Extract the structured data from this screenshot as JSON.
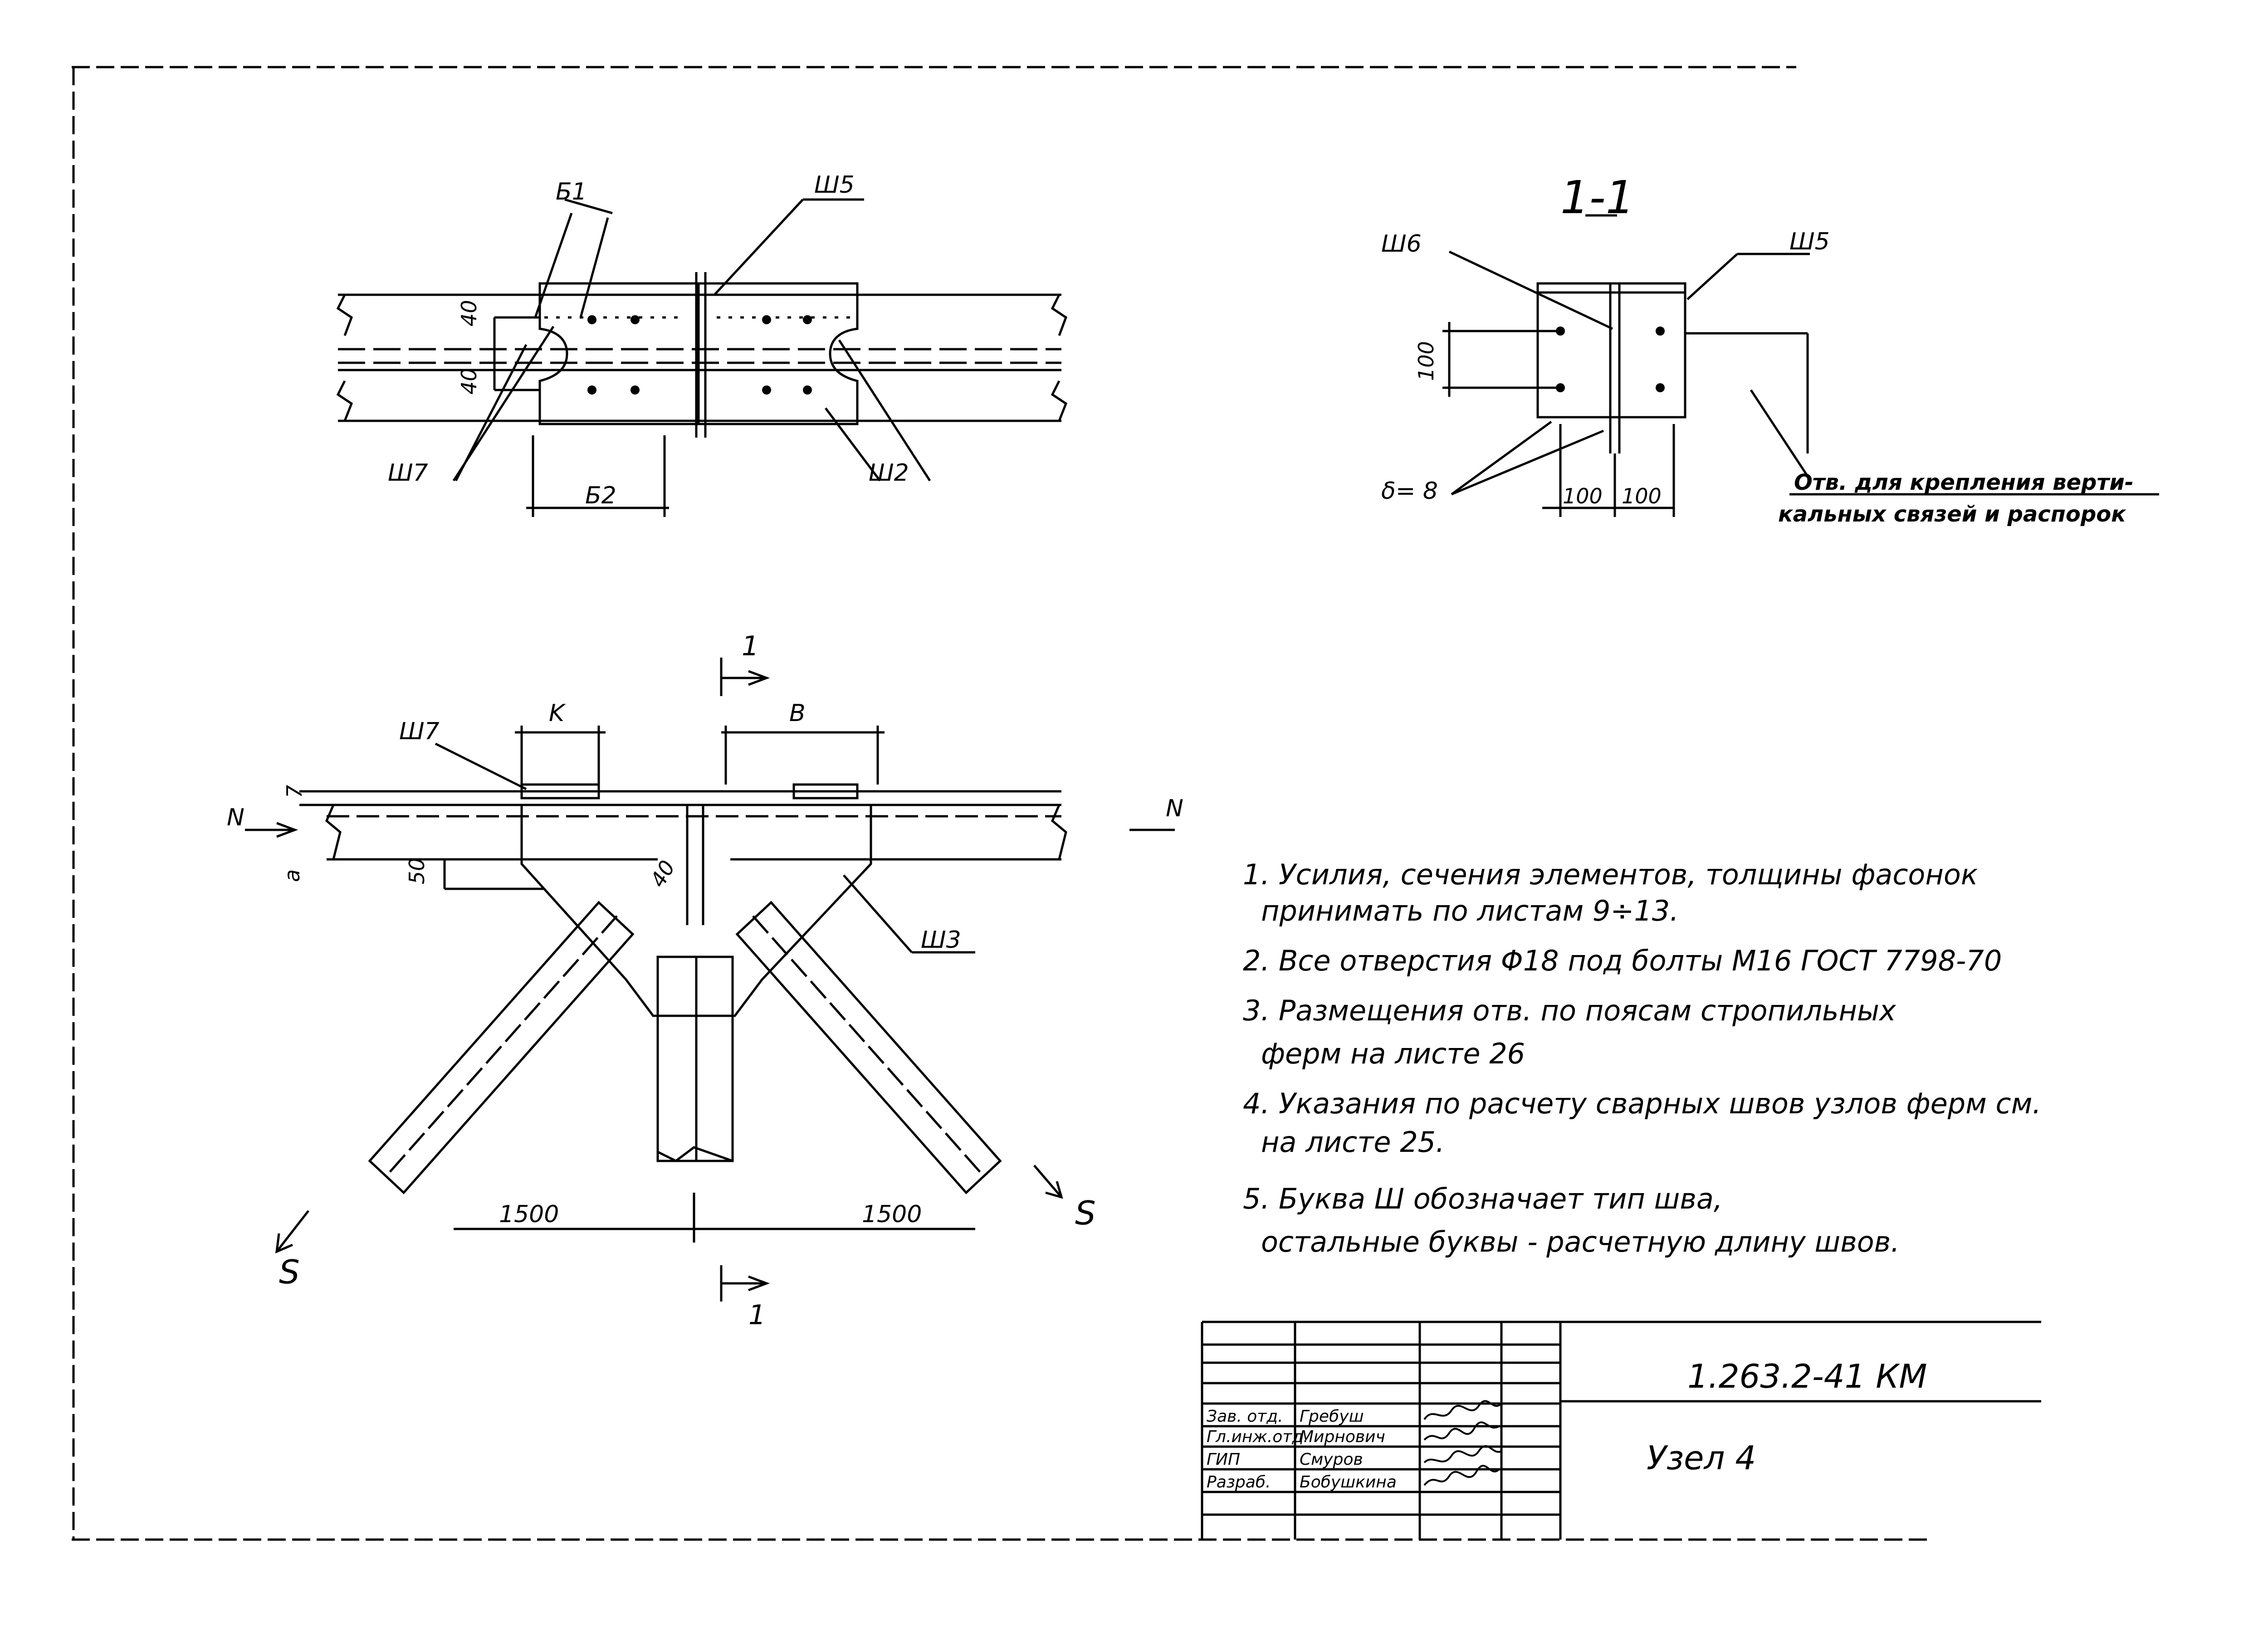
{
  "section_top": {
    "dim_b1": "Б1",
    "dim_b2": "Б2",
    "dim_40_top": "40",
    "dim_40_bot": "40",
    "weld_w5": "Ш5",
    "weld_w7": "Ш7",
    "weld_w2": "Ш2"
  },
  "section_11": {
    "title": "1-1",
    "weld_w6": "Ш6",
    "weld_w5": "Ш5",
    "dim_100_v": "100",
    "dim_100_left": "100",
    "dim_100_right": "100",
    "thickness": "δ= 8",
    "holes_note_1": "Отв. для крепления верти-",
    "holes_note_2": "кальных связей и распорок"
  },
  "node_view": {
    "section_mark_top": "1",
    "section_mark_bottom": "1",
    "dim_k": "K",
    "dim_b": "B",
    "weld_w7": "Ш7",
    "weld_w3": "Ш3",
    "force_n_left": "N",
    "force_n_right": "N",
    "force_s_left": "S",
    "force_s_right": "S",
    "dim_a": "a",
    "dim_7": "7",
    "dim_50": "50",
    "dim_40": "40",
    "dim_1500_left": "1500",
    "dim_1500_right": "1500"
  },
  "notes": [
    "1. Усилия, сечения элементов, толщины фасонок",
    "принимать по листам 9÷13.",
    "2. Все отверстия Φ18 под болты М16 ГОСТ 7798-70",
    "3. Размещения отв. по поясам стропильных",
    "ферм на листе 26",
    "4. Указания по расчету сварных швов узлов ферм см.",
    "на листе 25.",
    "5. Буква Ш обозначает тип шва,",
    "остальные буквы - расчетную длину швов."
  ],
  "title_block": {
    "doc_code": "1.263.2-41 КМ",
    "sheet_name": "Узел 4",
    "rows": [
      {
        "role": "Зав. отд.",
        "name": "Гребуш"
      },
      {
        "role": "Гл.инж.отд.",
        "name": "Мирнович"
      },
      {
        "role": "ГИП",
        "name": "Смуров"
      },
      {
        "role": "Разраб.",
        "name": "Бобушкина"
      }
    ]
  }
}
